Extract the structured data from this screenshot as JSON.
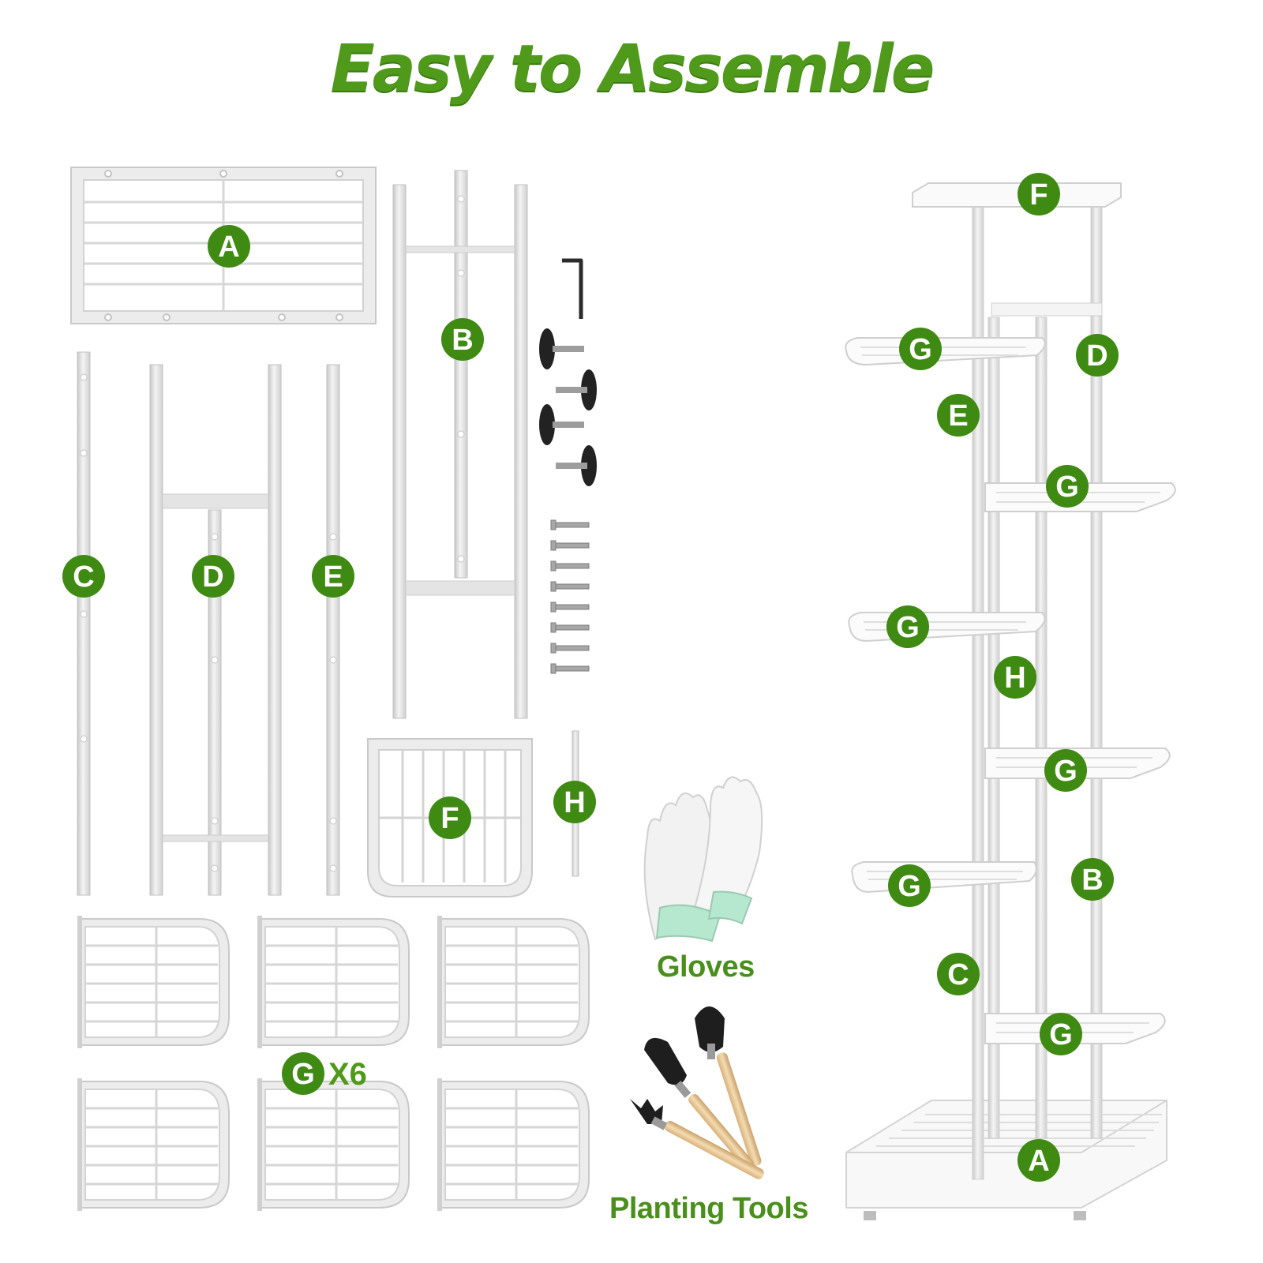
{
  "title": "Easy to Assemble",
  "colors": {
    "accent_green": "#4f9a1a",
    "badge_green": "#3f8a12",
    "metal": "#e9e9e9",
    "metal_edge": "#bdbdbd",
    "knob": "#2a2a2a"
  },
  "part_labels": {
    "A": "A",
    "B": "B",
    "C": "C",
    "D": "D",
    "E": "E",
    "F": "F",
    "G": "G",
    "H": "H"
  },
  "shelf_quantity": "X6",
  "captions": {
    "gloves": "Gloves",
    "planting_tools": "Planting Tools"
  },
  "icons": [
    "hex-key-icon",
    "leveling-foot-icon",
    "screw-icon",
    "gloves-icon",
    "shovel-icon",
    "rake-icon"
  ]
}
